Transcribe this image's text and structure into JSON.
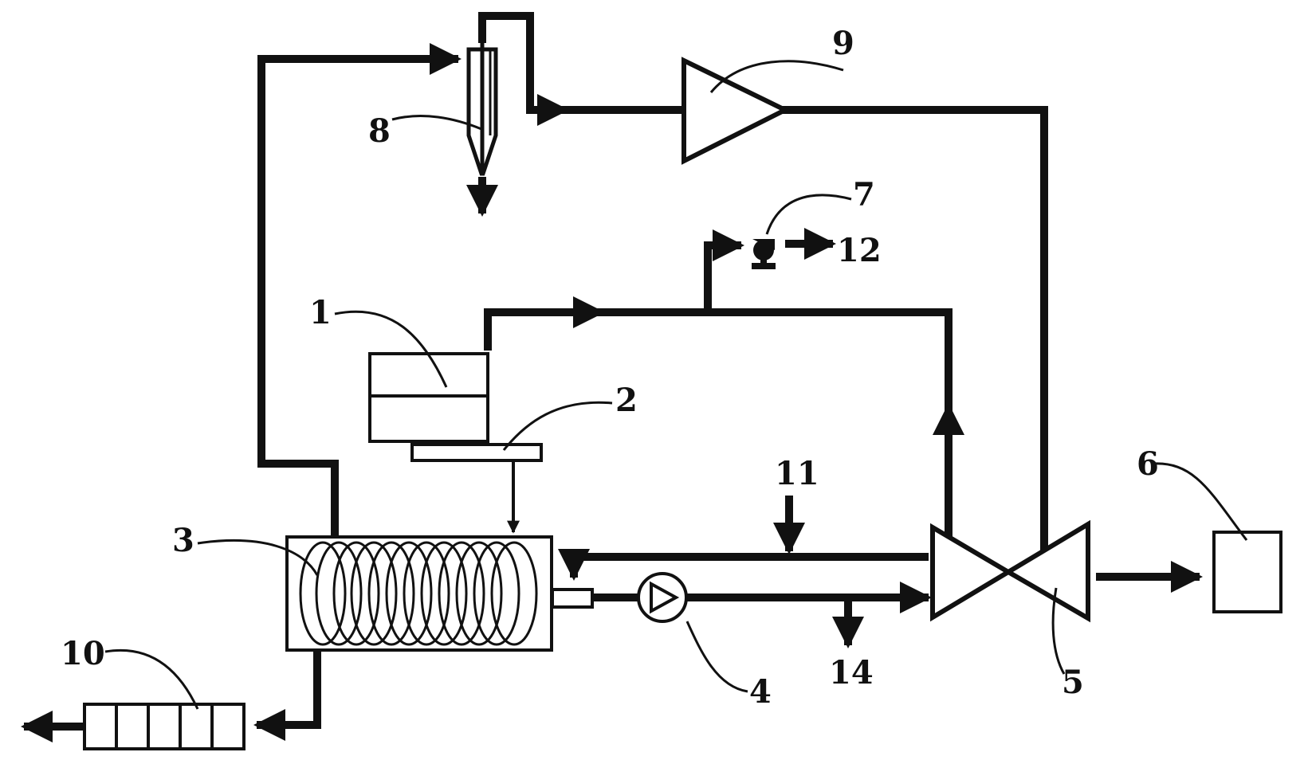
{
  "labels": {
    "n1": "1",
    "n2": "2",
    "n3": "3",
    "n4": "4",
    "n5": "5",
    "n6": "6",
    "n7": "7",
    "n8": "8",
    "n9": "9",
    "n10": "10",
    "n11": "11",
    "n12": "12",
    "n14": "14"
  },
  "colors": {
    "line": "#111111",
    "background": "#ffffff"
  }
}
